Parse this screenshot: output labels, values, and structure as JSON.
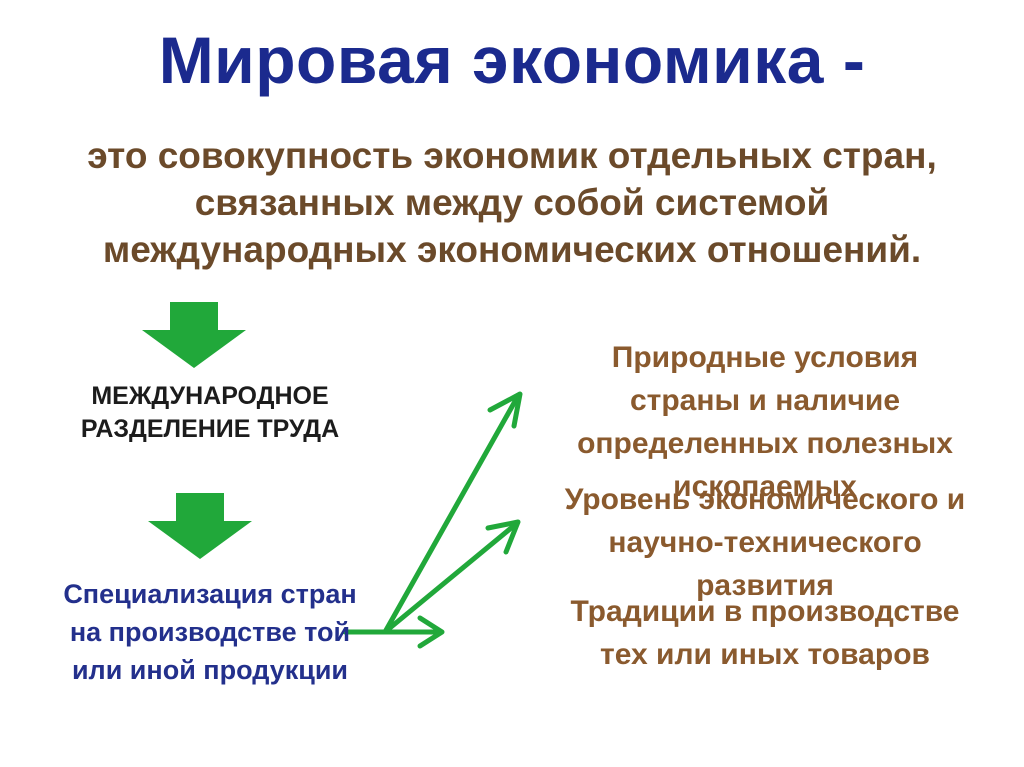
{
  "slide": {
    "title": "Мировая экономика -",
    "definition_lines": [
      "это совокупность экономик отдельных стран,",
      "связанных между собой системой",
      "международных экономических отношений."
    ],
    "mrt_lines": [
      "МЕЖДУНАРОДНОЕ",
      "РАЗДЕЛЕНИЕ ТРУДА"
    ],
    "spec_lines": [
      "Специализация стран",
      "на производстве той",
      "или иной продукции"
    ],
    "factors": [
      {
        "lines": [
          "Природные условия",
          "страны и наличие",
          "определенных полезных",
          "ископаемых"
        ]
      },
      {
        "lines": [
          "Уровень экономического и",
          "научно-технического",
          "развития"
        ]
      },
      {
        "lines": [
          "Традиции в производстве",
          "тех или иных товаров"
        ]
      }
    ],
    "colors": {
      "title": "#1b2a8e",
      "definition": "#6b4a2a",
      "factor_text": "#8a5a2e",
      "spec_text": "#23308c",
      "arrow_green": "#21a83a"
    }
  }
}
